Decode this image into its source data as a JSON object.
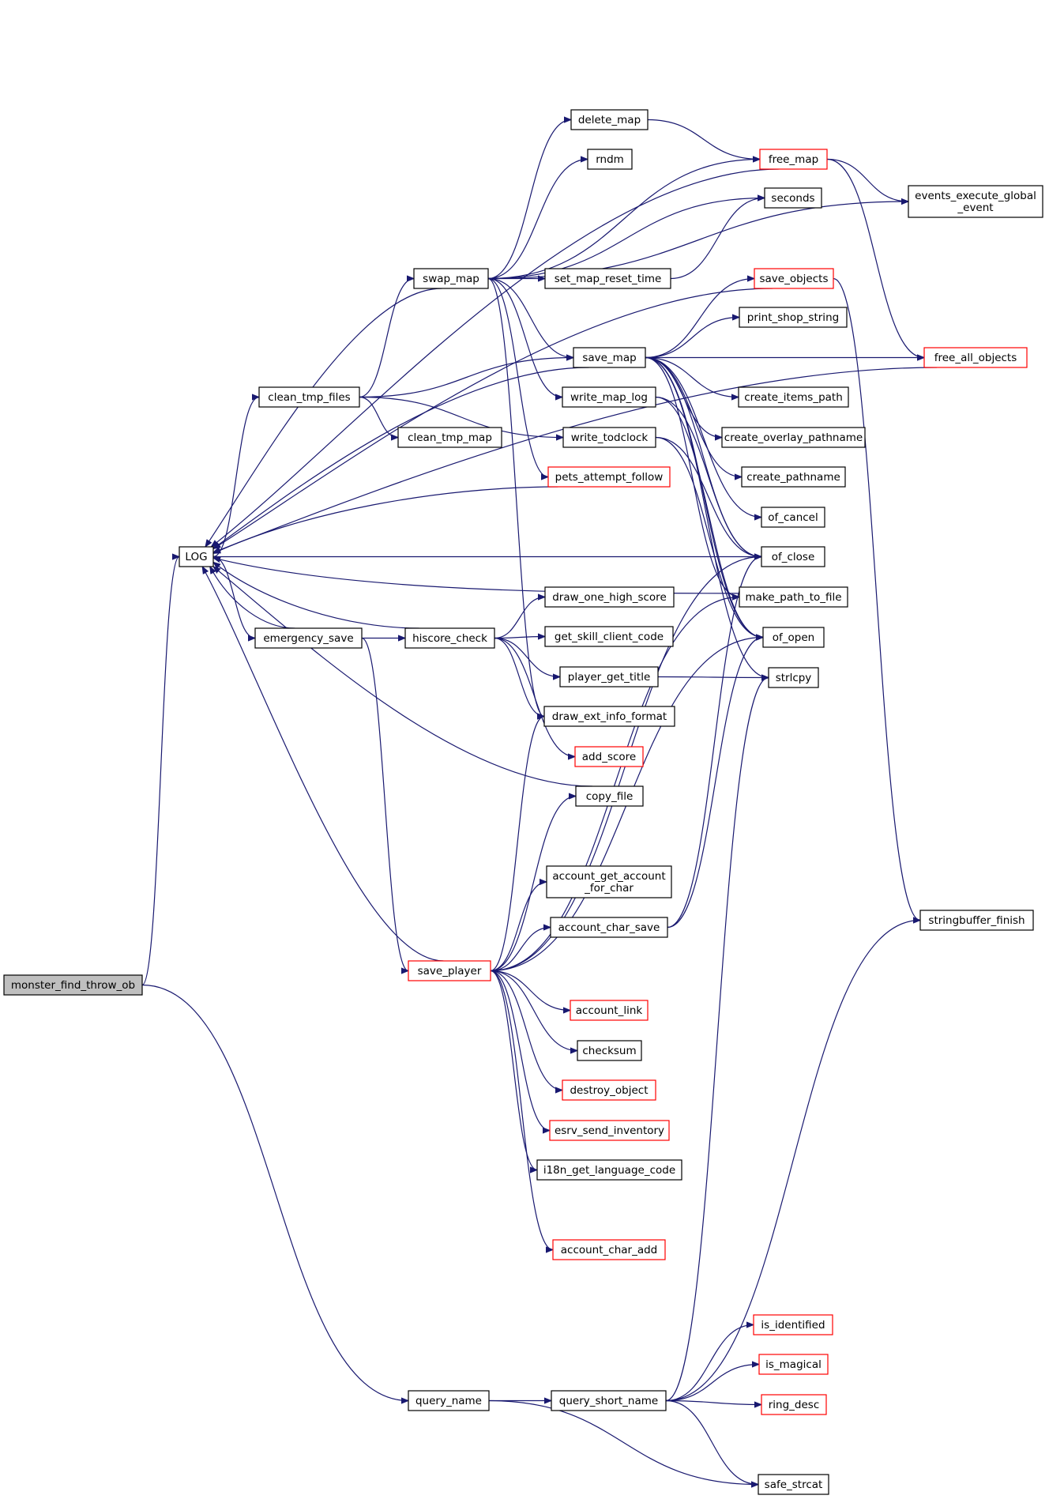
{
  "colors": {
    "edge": "#191970",
    "border_default": "#000000",
    "border_truncated": "#ff0000",
    "fill_default": "#ffffff",
    "fill_root": "#bfbfbf"
  },
  "nodes": [
    {
      "id": "monster_find_throw_ob",
      "label": "monster_find_throw_ob",
      "style": "root"
    },
    {
      "id": "LOG",
      "label": "LOG",
      "style": "normal"
    },
    {
      "id": "query_name",
      "label": "query_name",
      "style": "normal"
    },
    {
      "id": "query_short_name",
      "label": "query_short_name",
      "style": "normal"
    },
    {
      "id": "clean_tmp_files",
      "label": "clean_tmp_files",
      "style": "normal"
    },
    {
      "id": "emergency_save",
      "label": "emergency_save",
      "style": "normal"
    },
    {
      "id": "swap_map",
      "label": "swap_map",
      "style": "normal"
    },
    {
      "id": "clean_tmp_map",
      "label": "clean_tmp_map",
      "style": "normal"
    },
    {
      "id": "hiscore_check",
      "label": "hiscore_check",
      "style": "normal"
    },
    {
      "id": "save_player",
      "label": "save_player",
      "style": "truncated"
    },
    {
      "id": "delete_map",
      "label": "delete_map",
      "style": "normal"
    },
    {
      "id": "rndm",
      "label": "rndm",
      "style": "normal"
    },
    {
      "id": "set_map_reset_time",
      "label": "set_map_reset_time",
      "style": "normal"
    },
    {
      "id": "save_map",
      "label": "save_map",
      "style": "normal"
    },
    {
      "id": "write_map_log",
      "label": "write_map_log",
      "style": "normal"
    },
    {
      "id": "write_todclock",
      "label": "write_todclock",
      "style": "normal"
    },
    {
      "id": "pets_attempt_follow",
      "label": "pets_attempt_follow",
      "style": "truncated"
    },
    {
      "id": "draw_one_high_score",
      "label": "draw_one_high_score",
      "style": "normal"
    },
    {
      "id": "get_skill_client_code",
      "label": "get_skill_client_code",
      "style": "normal"
    },
    {
      "id": "player_get_title",
      "label": "player_get_title",
      "style": "normal"
    },
    {
      "id": "draw_ext_info_format",
      "label": "draw_ext_info_format",
      "style": "normal"
    },
    {
      "id": "add_score",
      "label": "add_score",
      "style": "truncated"
    },
    {
      "id": "copy_file",
      "label": "copy_file",
      "style": "normal"
    },
    {
      "id": "account_get_account_for_char",
      "label": "account_get_account\n_for_char",
      "style": "normal"
    },
    {
      "id": "account_char_save",
      "label": "account_char_save",
      "style": "normal"
    },
    {
      "id": "account_link",
      "label": "account_link",
      "style": "truncated"
    },
    {
      "id": "checksum",
      "label": "checksum",
      "style": "normal"
    },
    {
      "id": "destroy_object",
      "label": "destroy_object",
      "style": "truncated"
    },
    {
      "id": "esrv_send_inventory",
      "label": "esrv_send_inventory",
      "style": "truncated"
    },
    {
      "id": "i18n_get_language_code",
      "label": "i18n_get_language_code",
      "style": "normal"
    },
    {
      "id": "account_char_add",
      "label": "account_char_add",
      "style": "truncated"
    },
    {
      "id": "free_map",
      "label": "free_map",
      "style": "truncated"
    },
    {
      "id": "seconds",
      "label": "seconds",
      "style": "normal"
    },
    {
      "id": "save_objects",
      "label": "save_objects",
      "style": "truncated"
    },
    {
      "id": "print_shop_string",
      "label": "print_shop_string",
      "style": "normal"
    },
    {
      "id": "create_items_path",
      "label": "create_items_path",
      "style": "normal"
    },
    {
      "id": "create_overlay_pathname",
      "label": "create_overlay_pathname",
      "style": "normal"
    },
    {
      "id": "create_pathname",
      "label": "create_pathname",
      "style": "normal"
    },
    {
      "id": "of_cancel",
      "label": "of_cancel",
      "style": "normal"
    },
    {
      "id": "of_close",
      "label": "of_close",
      "style": "normal"
    },
    {
      "id": "make_path_to_file",
      "label": "make_path_to_file",
      "style": "normal"
    },
    {
      "id": "of_open",
      "label": "of_open",
      "style": "normal"
    },
    {
      "id": "strlcpy",
      "label": "strlcpy",
      "style": "normal"
    },
    {
      "id": "is_identified",
      "label": "is_identified",
      "style": "truncated"
    },
    {
      "id": "is_magical",
      "label": "is_magical",
      "style": "truncated"
    },
    {
      "id": "ring_desc",
      "label": "ring_desc",
      "style": "truncated"
    },
    {
      "id": "safe_strcat",
      "label": "safe_strcat",
      "style": "normal"
    },
    {
      "id": "events_execute_global_event",
      "label": "events_execute_global\n_event",
      "style": "normal"
    },
    {
      "id": "free_all_objects",
      "label": "free_all_objects",
      "style": "truncated"
    },
    {
      "id": "stringbuffer_finish",
      "label": "stringbuffer_finish",
      "style": "normal"
    }
  ],
  "edges": [
    [
      "monster_find_throw_ob",
      "LOG"
    ],
    [
      "monster_find_throw_ob",
      "query_name"
    ],
    [
      "LOG",
      "clean_tmp_files"
    ],
    [
      "LOG",
      "emergency_save"
    ],
    [
      "clean_tmp_files",
      "swap_map"
    ],
    [
      "clean_tmp_files",
      "save_map"
    ],
    [
      "clean_tmp_files",
      "clean_tmp_map"
    ],
    [
      "clean_tmp_files",
      "write_todclock"
    ],
    [
      "emergency_save",
      "LOG"
    ],
    [
      "emergency_save",
      "hiscore_check"
    ],
    [
      "emergency_save",
      "save_player"
    ],
    [
      "swap_map",
      "LOG"
    ],
    [
      "swap_map",
      "delete_map"
    ],
    [
      "swap_map",
      "rndm"
    ],
    [
      "swap_map",
      "free_map"
    ],
    [
      "swap_map",
      "seconds"
    ],
    [
      "swap_map",
      "set_map_reset_time"
    ],
    [
      "swap_map",
      "events_execute_global_event"
    ],
    [
      "swap_map",
      "save_map"
    ],
    [
      "swap_map",
      "write_map_log"
    ],
    [
      "swap_map",
      "pets_attempt_follow"
    ],
    [
      "swap_map",
      "draw_ext_info_format"
    ],
    [
      "delete_map",
      "free_map"
    ],
    [
      "set_map_reset_time",
      "seconds"
    ],
    [
      "free_map",
      "LOG"
    ],
    [
      "free_map",
      "events_execute_global_event"
    ],
    [
      "free_map",
      "free_all_objects"
    ],
    [
      "save_map",
      "LOG"
    ],
    [
      "save_map",
      "save_objects"
    ],
    [
      "save_map",
      "print_shop_string"
    ],
    [
      "save_map",
      "free_all_objects"
    ],
    [
      "save_map",
      "create_items_path"
    ],
    [
      "save_map",
      "create_overlay_pathname"
    ],
    [
      "save_map",
      "create_pathname"
    ],
    [
      "save_map",
      "of_cancel"
    ],
    [
      "save_map",
      "of_close"
    ],
    [
      "save_map",
      "make_path_to_file"
    ],
    [
      "save_map",
      "of_open"
    ],
    [
      "save_map",
      "strlcpy"
    ],
    [
      "save_objects",
      "LOG"
    ],
    [
      "save_objects",
      "stringbuffer_finish"
    ],
    [
      "write_map_log",
      "of_close"
    ],
    [
      "write_map_log",
      "of_open"
    ],
    [
      "write_todclock",
      "of_close"
    ],
    [
      "write_todclock",
      "of_open"
    ],
    [
      "pets_attempt_follow",
      "LOG"
    ],
    [
      "hiscore_check",
      "LOG"
    ],
    [
      "hiscore_check",
      "draw_one_high_score"
    ],
    [
      "hiscore_check",
      "get_skill_client_code"
    ],
    [
      "hiscore_check",
      "player_get_title"
    ],
    [
      "hiscore_check",
      "draw_ext_info_format"
    ],
    [
      "hiscore_check",
      "add_score"
    ],
    [
      "player_get_title",
      "strlcpy"
    ],
    [
      "copy_file",
      "LOG"
    ],
    [
      "save_player",
      "LOG"
    ],
    [
      "save_player",
      "draw_ext_info_format"
    ],
    [
      "save_player",
      "copy_file"
    ],
    [
      "save_player",
      "make_path_to_file"
    ],
    [
      "save_player",
      "account_get_account_for_char"
    ],
    [
      "save_player",
      "account_char_save"
    ],
    [
      "save_player",
      "of_close"
    ],
    [
      "save_player",
      "account_link"
    ],
    [
      "save_player",
      "checksum"
    ],
    [
      "save_player",
      "destroy_object"
    ],
    [
      "save_player",
      "esrv_send_inventory"
    ],
    [
      "save_player",
      "i18n_get_language_code"
    ],
    [
      "save_player",
      "of_open"
    ],
    [
      "save_player",
      "account_char_add"
    ],
    [
      "account_char_save",
      "of_close"
    ],
    [
      "account_char_save",
      "of_open"
    ],
    [
      "LOG",
      "of_close"
    ],
    [
      "make_path_to_file",
      "LOG"
    ],
    [
      "free_all_objects",
      "LOG"
    ],
    [
      "query_name",
      "query_short_name"
    ],
    [
      "query_name",
      "safe_strcat"
    ],
    [
      "query_short_name",
      "is_identified"
    ],
    [
      "query_short_name",
      "is_magical"
    ],
    [
      "query_short_name",
      "ring_desc"
    ],
    [
      "query_short_name",
      "safe_strcat"
    ],
    [
      "query_short_name",
      "strlcpy"
    ],
    [
      "query_short_name",
      "stringbuffer_finish"
    ]
  ]
}
